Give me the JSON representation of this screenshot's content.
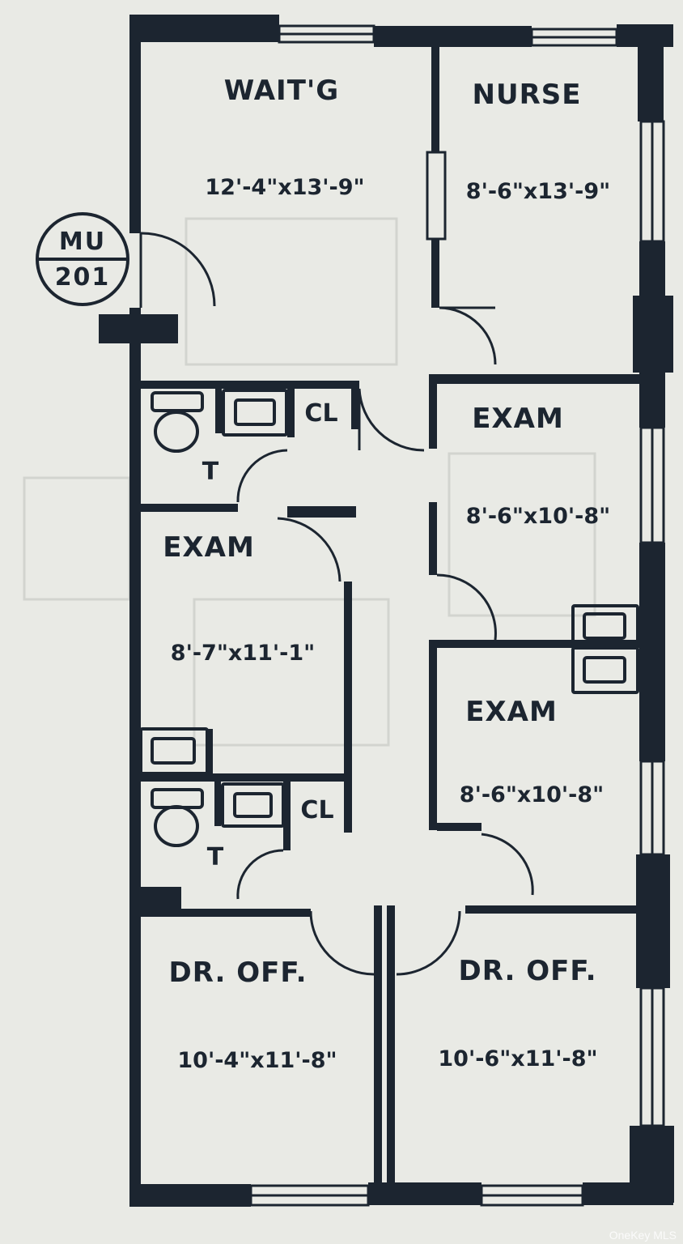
{
  "rooms": {
    "waiting": {
      "name": "WAIT'G",
      "dims": "12'-4\"x13'-9\""
    },
    "nurse": {
      "name": "NURSE",
      "dims": "8'-6\"x13'-9\""
    },
    "exam_ne": {
      "name": "EXAM",
      "dims": "8'-6\"x10'-8\""
    },
    "exam_w": {
      "name": "EXAM",
      "dims": "8'-7\"x11'-1\""
    },
    "exam_e": {
      "name": "EXAM",
      "dims": "8'-6\"x10'-8\""
    },
    "dr_off_w": {
      "name": "DR. OFF.",
      "dims": "10'-4\"x11'-8\""
    },
    "dr_off_e": {
      "name": "DR. OFF.",
      "dims": "10'-6\"x11'-8\""
    }
  },
  "toilet_label": "T",
  "closet_label": "CL",
  "unit_badge": {
    "top": "MU",
    "bottom": "201"
  },
  "watermark": "OneKey MLS",
  "colors": {
    "ink": "#1c2530",
    "paper": "#e9eae5"
  }
}
